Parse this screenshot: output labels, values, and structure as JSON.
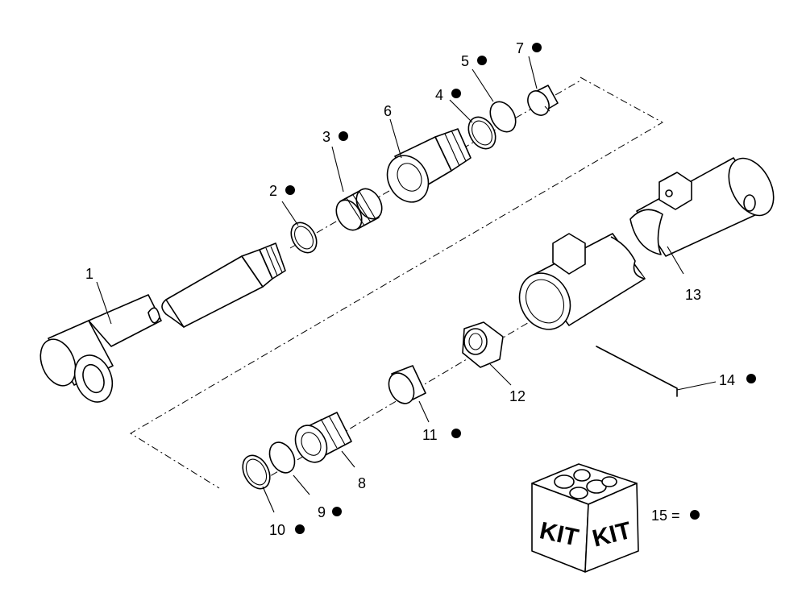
{
  "callouts": [
    {
      "id": "1",
      "label": "1",
      "kit": false
    },
    {
      "id": "2",
      "label": "2",
      "kit": true
    },
    {
      "id": "3",
      "label": "3",
      "kit": true
    },
    {
      "id": "4",
      "label": "4",
      "kit": true
    },
    {
      "id": "5",
      "label": "5",
      "kit": true
    },
    {
      "id": "6",
      "label": "6",
      "kit": false
    },
    {
      "id": "7",
      "label": "7",
      "kit": true
    },
    {
      "id": "8",
      "label": "8",
      "kit": false
    },
    {
      "id": "9",
      "label": "9",
      "kit": true
    },
    {
      "id": "10",
      "label": "10",
      "kit": true
    },
    {
      "id": "11",
      "label": "11",
      "kit": true
    },
    {
      "id": "12",
      "label": "12",
      "kit": false
    },
    {
      "id": "13",
      "label": "13",
      "kit": false
    },
    {
      "id": "14",
      "label": "14",
      "kit": true
    }
  ],
  "kit_box": {
    "face_text": "KIT"
  },
  "legend": {
    "text": "15 ="
  }
}
